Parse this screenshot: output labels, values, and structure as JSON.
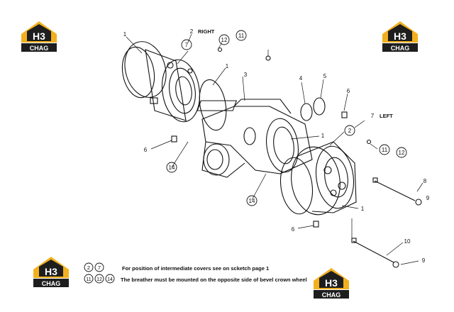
{
  "logo": {
    "mark": "H3",
    "word": "CHAG",
    "colors": {
      "gold": "#f2b01e",
      "dark": "#1e1e1e",
      "white": "#ffffff"
    }
  },
  "labels": {
    "right": "RIGHT",
    "left": "LEFT"
  },
  "callouts": {
    "c1": "1",
    "c1b": "1",
    "c1c": "1",
    "c1d": "1",
    "c2r": "2",
    "c2l": "2",
    "c3": "3",
    "c4": "4",
    "c5": "5",
    "c6a": "6",
    "c6b": "6",
    "c6c": "6",
    "c7r": "7",
    "c7l": "7",
    "c8": "8",
    "c9a": "9",
    "c9b": "9",
    "c10": "10",
    "c11r": "11",
    "c11l": "11",
    "c12r": "12",
    "c12l": "12",
    "c14a": "14",
    "c14b": "14"
  },
  "legend": {
    "row1": {
      "refs": [
        "2",
        "7"
      ],
      "text": "For position of intermediate covers see on scketch page 1"
    },
    "row2": {
      "refs": [
        "11",
        "12",
        "14"
      ],
      "text": "The breather must be mounted on the opposite side of bevel crown wheel"
    }
  }
}
